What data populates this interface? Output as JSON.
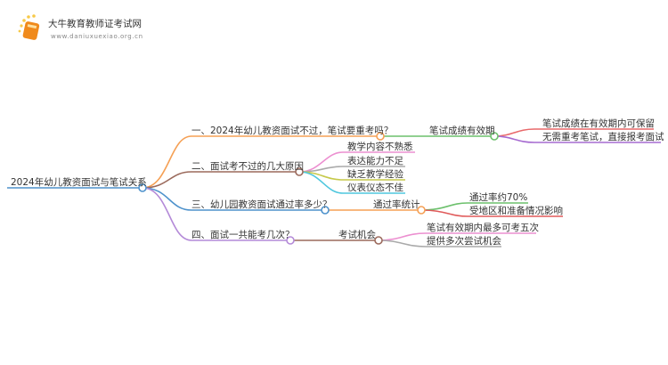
{
  "logo": {
    "title": "大牛教育教师证考试网",
    "url": "www.daniuxuexiao.org.cn"
  },
  "root": "2024年幼儿教资面试与笔试关系",
  "branches": [
    {
      "label": "一、2024年幼儿教资面试不过，笔试要重考吗？",
      "color": "#f5a055",
      "sub": {
        "label": "笔试成绩有效期",
        "color": "#6cc06c",
        "children": [
          {
            "label": "笔试成绩在有效期内可保留",
            "color": "#e8686a"
          },
          {
            "label": "无需重考笔试，直接报考面试",
            "color": "#a66bd0"
          }
        ]
      }
    },
    {
      "label": "二、面试考不过的几大原因",
      "color": "#9b6a5c",
      "children": [
        {
          "label": "教学内容不熟悉",
          "color": "#ec8fd0"
        },
        {
          "label": "表达能力不足",
          "color": "#aaaaaa"
        },
        {
          "label": "缺乏教学经验",
          "color": "#c6c94a"
        },
        {
          "label": "仪表仪态不佳",
          "color": "#4fc7de"
        }
      ]
    },
    {
      "label": "三、幼儿园教资面试通过率多少？",
      "color": "#4e92cc",
      "sub": {
        "label": "通过率统计",
        "color": "#f5a055",
        "children": [
          {
            "label": "通过率约70%",
            "color": "#6cc06c"
          },
          {
            "label": "受地区和准备情况影响",
            "color": "#e05a5a"
          }
        ]
      }
    },
    {
      "label": "四、面试一共能考几次？",
      "color": "#b48ad8",
      "sub": {
        "label": "考试机会",
        "color": "#9b6a5c",
        "children": [
          {
            "label": "笔试有效期内最多可考五次",
            "color": "#ec8fd0"
          },
          {
            "label": "提供多次尝试机会",
            "color": "#aaaaaa"
          }
        ]
      }
    }
  ]
}
